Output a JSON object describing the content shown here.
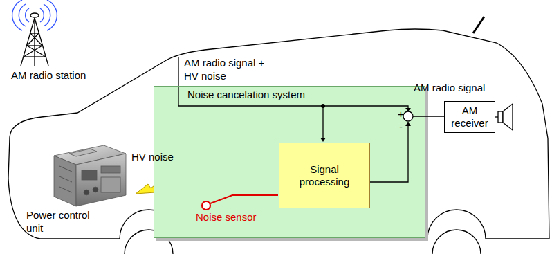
{
  "diagram": {
    "nodes": [
      {
        "text": [
          "Noise cancelation system"
        ]
      },
      {
        "text": [
          "Signal processing"
        ],
        "in": 0
      },
      {
        "text": [
          "AM receiver"
        ]
      }
    ],
    "edges": [
      {
        "from": 1,
        "to": 2,
        "arrow": "none"
      }
    ],
    "labels": [
      "AM radio station",
      "AM radio signal + HV noise",
      "HV noise",
      "Power control unit",
      "Noise sensor",
      "+",
      "-",
      "AM radio signal"
    ]
  }
}
